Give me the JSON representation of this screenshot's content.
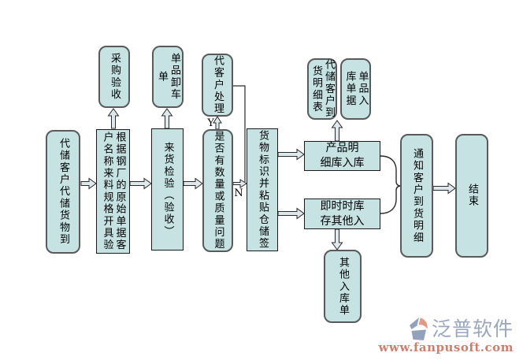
{
  "colors": {
    "box_fill": "#c6e2e3",
    "rect_border": "#1a1a1a",
    "round_border": "#5a5a5a",
    "arrow_fill": "#dde9ed",
    "arrow_stroke": "#2a2a2a",
    "brand": "#9aa7bf",
    "site": "#cd7f6e",
    "logo_blue": "#93a1ba",
    "logo_salmon": "#e29a85"
  },
  "nodes": {
    "start": {
      "label": "代储客户代储货物到"
    },
    "prepare": {
      "label": "根据钢厂的原始单据客户名称来料规格开具验"
    },
    "purchase_check": {
      "label": "采购验收"
    },
    "inspect": {
      "label": "来货检验（验收）"
    },
    "unload_doc": {
      "label": "单品卸车单"
    },
    "decision": {
      "label": "是否有数量或质量问题"
    },
    "handle": {
      "label": "代客户处理"
    },
    "labeling": {
      "label": "货物标识并粘贴仓储签"
    },
    "product_in": {
      "line1": "产品明",
      "line2": "细库入库"
    },
    "instant_in": {
      "line1": "即时时库",
      "line2": "存其他入"
    },
    "arrival_doc": {
      "label": "代储客户到货明细表"
    },
    "item_in_doc": {
      "label": "单品入库单据"
    },
    "other_in_doc": {
      "label": "其他入库单"
    },
    "notify": {
      "label": "通知客户到货明细"
    },
    "end": {
      "label": "结束"
    }
  },
  "branch_labels": {
    "yes": "Y",
    "no": "N"
  },
  "watermark": {
    "brand": "泛普软件",
    "site": "www.fanpusoft.com"
  }
}
